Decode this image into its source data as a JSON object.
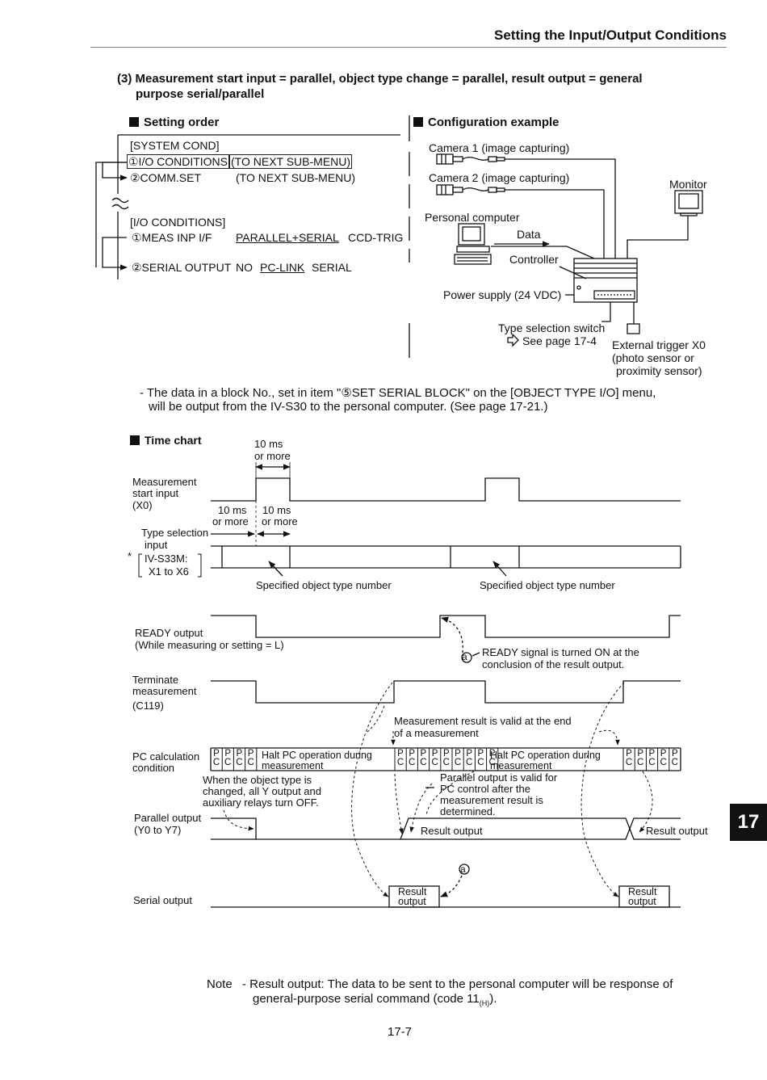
{
  "header": {
    "title": "Setting the Input/Output Conditions"
  },
  "section": {
    "heading_line1": "(3) Measurement start input = parallel, object type change = parallel, result output = general",
    "heading_line2": "purpose serial/parallel"
  },
  "setting_order": {
    "title": "Setting order",
    "system_cond": "[SYSTEM COND]",
    "io_cond_item": "①I/O CONDITIONS",
    "io_cond_next": "(TO NEXT SUB-MENU)",
    "comm_set_item": "②COMM.SET",
    "comm_set_next": "(TO NEXT SUB-MENU)",
    "io_conditions": "[I/O CONDITIONS]",
    "meas_inp_item": "①MEAS INP I/F",
    "meas_inp_val": "PARALLEL+SERIAL",
    "meas_inp_alt": "CCD-TRIG",
    "serial_output_item": "②SERIAL OUTPUT",
    "serial_output_no": "NO",
    "serial_output_pclink": "PC-LINK",
    "serial_output_serial": "SERIAL"
  },
  "config_example": {
    "title": "Configuration example",
    "camera1": "Camera 1 (image capturing)",
    "camera2": "Camera 2 (image capturing)",
    "monitor": "Monitor",
    "personal_computer": "Personal computer",
    "data": "Data",
    "controller": "Controller",
    "power_supply": "Power supply (24 VDC)",
    "type_switch": "Type selection switch",
    "see_page": "See page 17-4",
    "ext_trigger_1": "External trigger X0",
    "ext_trigger_2": "(photo sensor or",
    "ext_trigger_3": "proximity sensor)"
  },
  "note_block": {
    "line1": "- The data in a block No., set in item \"⑤SET SERIAL BLOCK\" on the [OBJECT TYPE I/O] menu,",
    "line2": "will be output from the IV-S30 to the personal computer. (See page 17-21.)"
  },
  "time_chart": {
    "title": "Time chart",
    "ten_ms_top_1": "10 ms",
    "ten_ms_top_2": "or more",
    "meas_start_1": "Measurement",
    "meas_start_2": "start input",
    "meas_start_3": "(X0)",
    "ten_ms_a_1": "10 ms",
    "ten_ms_a_2": "or more",
    "ten_ms_b_1": "10 ms",
    "ten_ms_b_2": "or more",
    "type_sel_1": "Type selection",
    "type_sel_2": "input",
    "asterisk": "*",
    "ivs33m_1": "IV-S33M:",
    "ivs33m_2": "X1 to X6",
    "specified_1": "Specified object type number",
    "specified_2": "Specified object type number",
    "ready_1": "READY output",
    "ready_2": "(While measuring or setting = L)",
    "ready_note_mark": "a",
    "ready_note_1": "READY signal is turned ON at the",
    "ready_note_2": "conclusion of the result output.",
    "terminate_1": "Terminate",
    "terminate_2": "measurement",
    "terminate_3": "(C119)",
    "meas_valid_1": "Measurement result is valid at the end",
    "meas_valid_2": "of a measurement",
    "pc_calc_1": "PC calculation",
    "pc_calc_2": "condition",
    "pc_top": "P",
    "pc_bottom": "C",
    "halt_1": "Halt PC operation during",
    "halt_2": "measurement",
    "halt_3": "Halt PC operation during",
    "halt_4": "measurement",
    "obj_change_1": "When the object type is",
    "obj_change_2": "changed, all Y output and",
    "obj_change_3": "auxiliary relays turn OFF.",
    "par_valid_1": "Parallel output is valid for",
    "par_valid_2": "PC control after the",
    "par_valid_3": "measurement result is",
    "par_valid_4": "determined.",
    "parallel_out_1": "Parallel output",
    "parallel_out_2": "(Y0 to Y7)",
    "result_output_1": "Result output",
    "result_output_2": "Result output",
    "serial_output": "Serial output",
    "serial_mark": "a",
    "serial_result_1a": "Result",
    "serial_result_1b": "output",
    "serial_result_2a": "Result",
    "serial_result_2b": "output"
  },
  "footer_note": {
    "label": "Note",
    "line1": "- Result output: The data to be sent to the personal computer will be response of",
    "line2_pre": "general-purpose serial command (code 11",
    "line2_sub": "(H)",
    "line2_post": ")."
  },
  "page_number": "17-7",
  "chapter_tab": "17"
}
